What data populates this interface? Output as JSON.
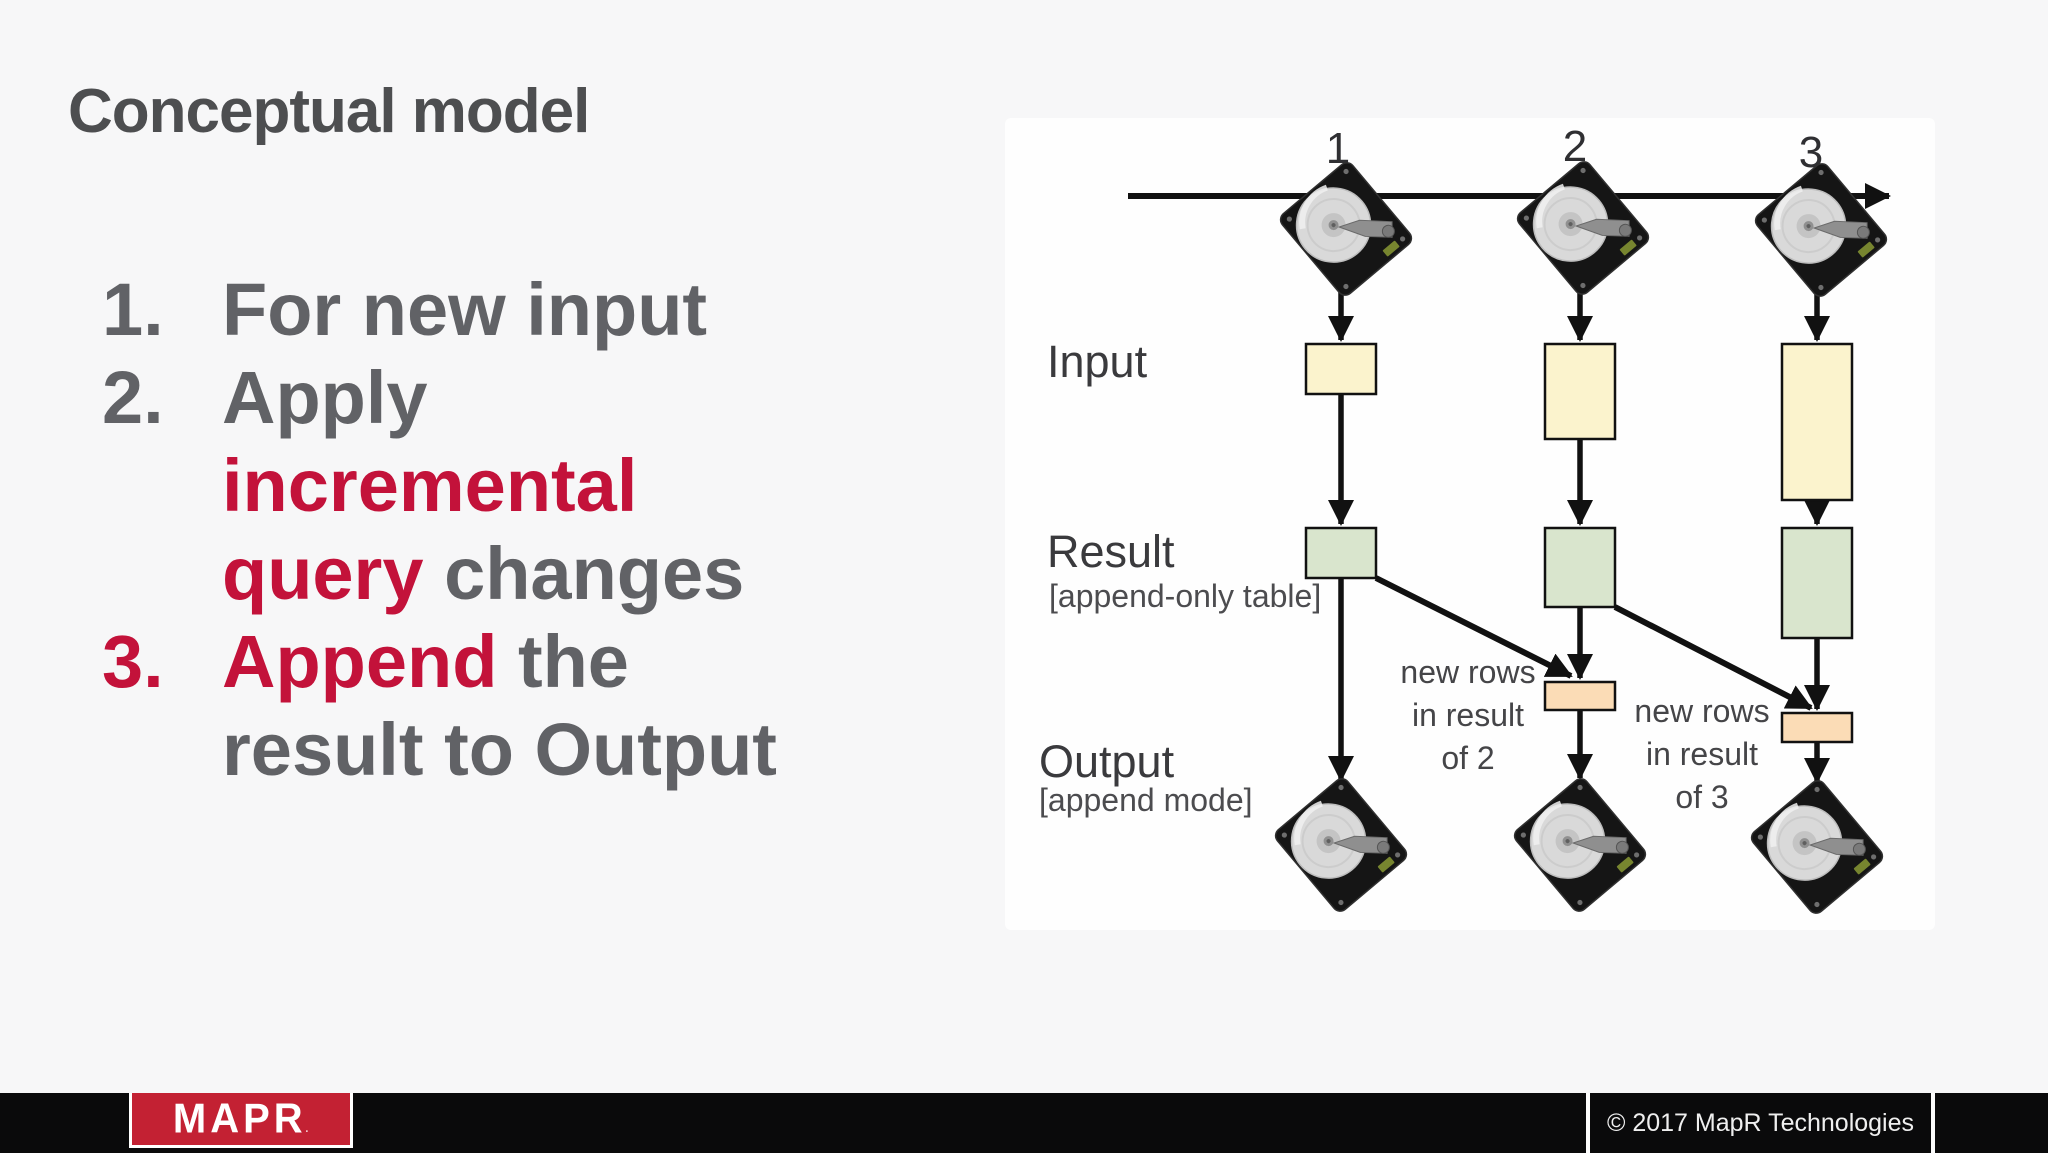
{
  "colors": {
    "page_bg": "#f7f7f8",
    "panel_bg": "#fefefe",
    "accent_red_text": "#c3123a",
    "list_gray": "#616266",
    "title_gray": "#4d4e50",
    "footer_bar": "#0a0a0b",
    "footer_red": "#c32133",
    "input_box_fill": "#fbf3cd",
    "result_box_fill": "#d9e5cd",
    "new_rows_box_fill": "#fbdcb6",
    "arrow_color": "#111111"
  },
  "slide": {
    "title": "Conceptual model",
    "list": {
      "item1_num": "1.",
      "item1_text": "For new input",
      "item2_num": "2.",
      "item2_line1": "Apply",
      "item2_line2_red": "incremental",
      "item2_line3_red": "query",
      "item2_line3_gray": " changes",
      "item3_num": "3.",
      "item3_line1_red": "Append",
      "item3_line1_gray": " the",
      "item3_line2": "result to Output"
    }
  },
  "diagram": {
    "timeline_markers": [
      "1",
      "2",
      "3"
    ],
    "labels": {
      "input": "Input",
      "result": "Result",
      "result_note": "[append-only table]",
      "output": "Output",
      "output_note": "[append mode]"
    },
    "annotations": {
      "new_rows_2": [
        "new rows",
        "in result",
        "of 2"
      ],
      "new_rows_3": [
        "new rows",
        "in result",
        "of 3"
      ]
    }
  },
  "footer": {
    "logo": "MAPR",
    "logo_mark": ".",
    "copyright": "© 2017 MapR Technologies"
  }
}
